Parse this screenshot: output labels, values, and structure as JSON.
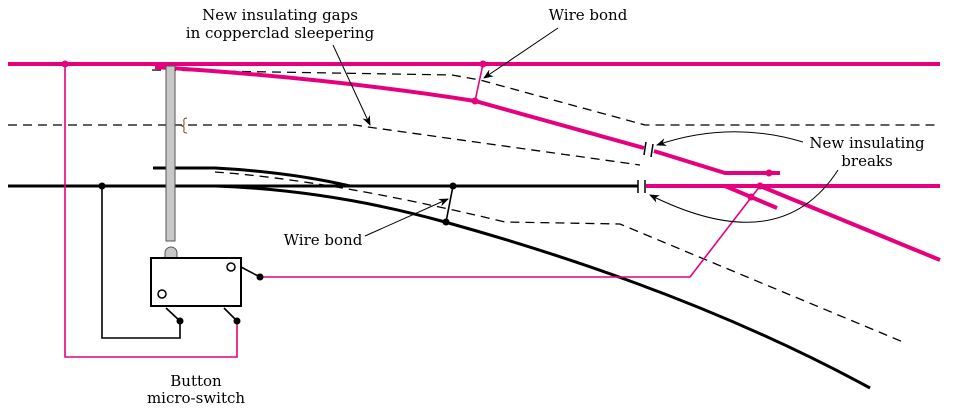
{
  "colors": {
    "live_rail": "#e6007e",
    "rail": "#000000",
    "rod": "#c8c8c8"
  },
  "labels": {
    "gaps_line1": "New insulating gaps",
    "gaps_line2": "in copperclad sleepering",
    "wire_bond_top": "Wire bond",
    "wire_bond_bottom": "Wire bond",
    "breaks_line1": "New insulating",
    "breaks_line2": "breaks",
    "switch_line1": "Button",
    "switch_line2": "micro-switch"
  }
}
